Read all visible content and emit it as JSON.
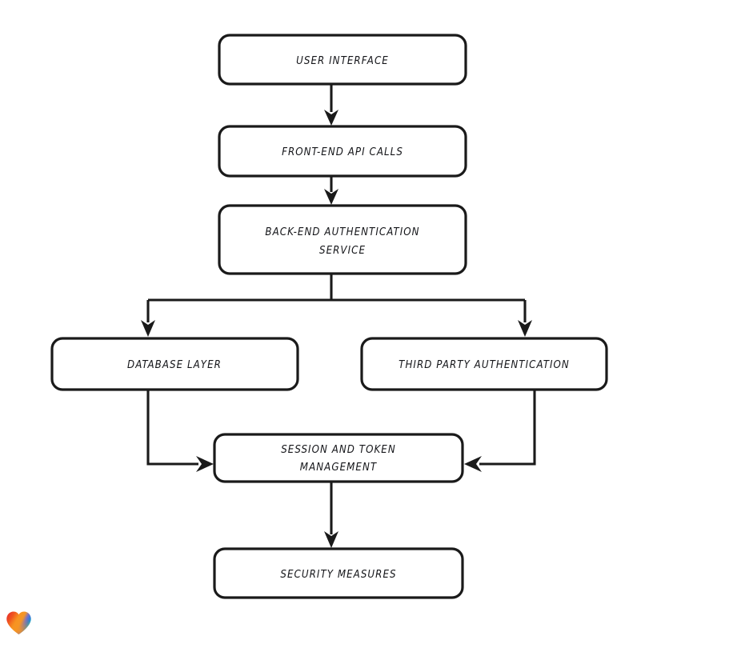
{
  "diagram": {
    "title": "Authentication Architecture Flowchart",
    "style": "hand-drawn rounded rectangles with black arrows on white background",
    "stroke_color": "#1a1a1a",
    "fill_color": "#ffffff",
    "background_color": "#ffffff",
    "nodes": [
      {
        "id": "user-interface",
        "label": "USER INTERFACE",
        "line1": "USER INTERFACE",
        "line2": ""
      },
      {
        "id": "frontend-api-calls",
        "label": "FRONT-END API CALLS",
        "line1": "FRONT-END API CALLS",
        "line2": ""
      },
      {
        "id": "backend-auth-service",
        "label": "BACK-END AUTHENTICATION SERVICE",
        "line1": "BACK-END AUTHENTICATION",
        "line2": "SERVICE"
      },
      {
        "id": "database-layer",
        "label": "DATABASE LAYER",
        "line1": "DATABASE LAYER",
        "line2": ""
      },
      {
        "id": "third-party-auth",
        "label": "THIRD PARTY AUTHENTICATION",
        "line1": "THIRD PARTY AUTHENTICATION",
        "line2": ""
      },
      {
        "id": "session-token-mgmt",
        "label": "SESSION AND TOKEN MANAGEMENT",
        "line1": "SESSION AND TOKEN",
        "line2": "MANAGEMENT"
      },
      {
        "id": "security-measures",
        "label": "SECURITY MEASURES",
        "line1": "SECURITY MEASURES",
        "line2": ""
      }
    ],
    "edges": [
      {
        "from": "user-interface",
        "to": "frontend-api-calls",
        "direction": "down"
      },
      {
        "from": "frontend-api-calls",
        "to": "backend-auth-service",
        "direction": "down"
      },
      {
        "from": "backend-auth-service",
        "to": "database-layer",
        "direction": "down-left-branch"
      },
      {
        "from": "backend-auth-service",
        "to": "third-party-auth",
        "direction": "down-right-branch"
      },
      {
        "from": "database-layer",
        "to": "session-token-mgmt",
        "direction": "down-then-right"
      },
      {
        "from": "third-party-auth",
        "to": "session-token-mgmt",
        "direction": "down-then-left"
      },
      {
        "from": "session-token-mgmt",
        "to": "security-measures",
        "direction": "down"
      }
    ]
  },
  "watermark": {
    "icon": "heart-icon",
    "colors": {
      "red": "#e8342a",
      "orange": "#f79421",
      "blue": "#2b7fd4",
      "teal": "#1fb5c6",
      "purple": "#8c49c4"
    }
  }
}
